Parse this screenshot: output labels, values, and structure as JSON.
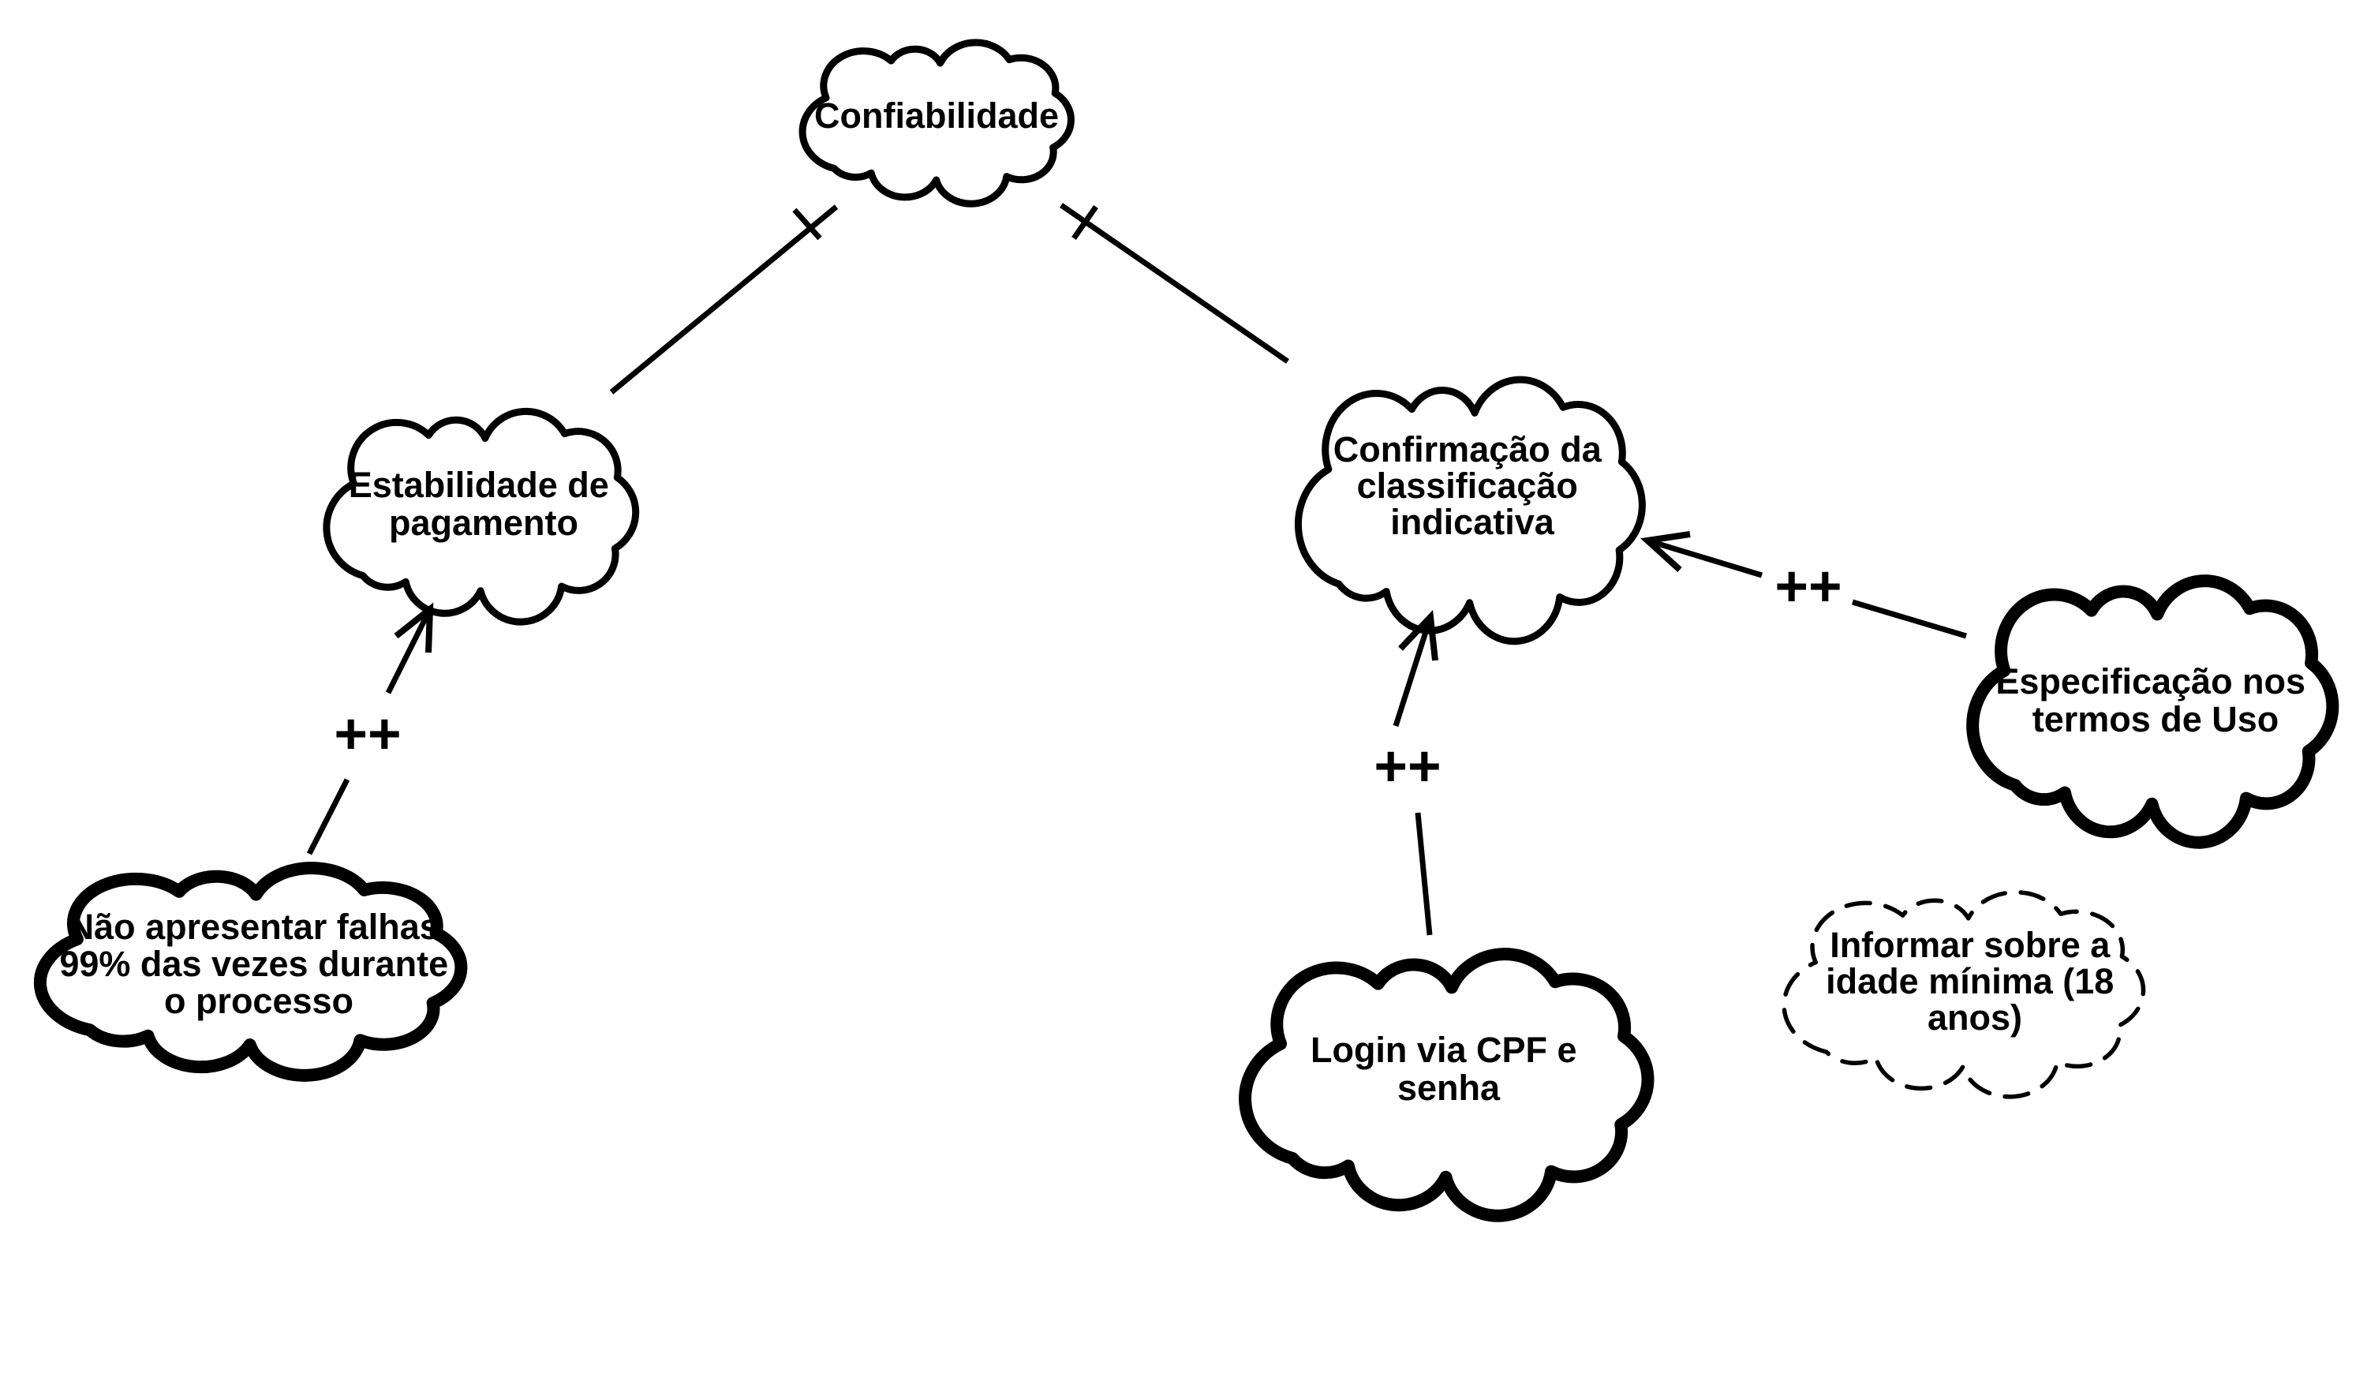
{
  "diagram": {
    "kind": "softgoal-interdependency-graph",
    "background_color": "#ffffff",
    "ink_color": "#000000",
    "nodes": [
      {
        "id": "confiabilidade",
        "label": "Confiabilidade",
        "lines": [
          "Confiabilidade"
        ],
        "style": "softgoal"
      },
      {
        "id": "estabilidade-pagamento",
        "label": "Estabilidade de pagamento",
        "lines": [
          "Estabilidade de",
          "pagamento"
        ],
        "style": "softgoal"
      },
      {
        "id": "confirmacao-classificacao",
        "label": "Confirmação da classificação indicativa",
        "lines": [
          "Confirmação da",
          "classificação",
          "indicativa"
        ],
        "style": "softgoal"
      },
      {
        "id": "nao-apresentar-falhas",
        "label": "Não apresentar falhas 99% das vezes durante o processo",
        "lines": [
          "Não apresentar falhas",
          "99% das vezes durante",
          "o processo"
        ],
        "style": "operationalization-thick"
      },
      {
        "id": "login-cpf-senha",
        "label": "Login via CPF e senha",
        "lines": [
          "Login via CPF e",
          "senha"
        ],
        "style": "operationalization-thick"
      },
      {
        "id": "especificacao-termos",
        "label": "Especificação nos termos de Uso",
        "lines": [
          "Especificação nos",
          "termos de Uso"
        ],
        "style": "operationalization-thick"
      },
      {
        "id": "informar-idade-minima",
        "label": "Informar sobre a idade mínima (18 anos)",
        "lines": [
          "Informar sobre a",
          "idade mínima (18",
          "anos)"
        ],
        "style": "claim-dashed"
      }
    ],
    "links": [
      {
        "from": "estabilidade-pagamento",
        "to": "confiabilidade",
        "type": "decomposition-tick",
        "label": ""
      },
      {
        "from": "confirmacao-classificacao",
        "to": "confiabilidade",
        "type": "decomposition-tick",
        "label": ""
      },
      {
        "from": "nao-apresentar-falhas",
        "to": "estabilidade-pagamento",
        "type": "contribution-arrow",
        "label": "++"
      },
      {
        "from": "login-cpf-senha",
        "to": "confirmacao-classificacao",
        "type": "contribution-arrow",
        "label": "++"
      },
      {
        "from": "especificacao-termos",
        "to": "confirmacao-classificacao",
        "type": "contribution-arrow",
        "label": "++"
      }
    ]
  }
}
